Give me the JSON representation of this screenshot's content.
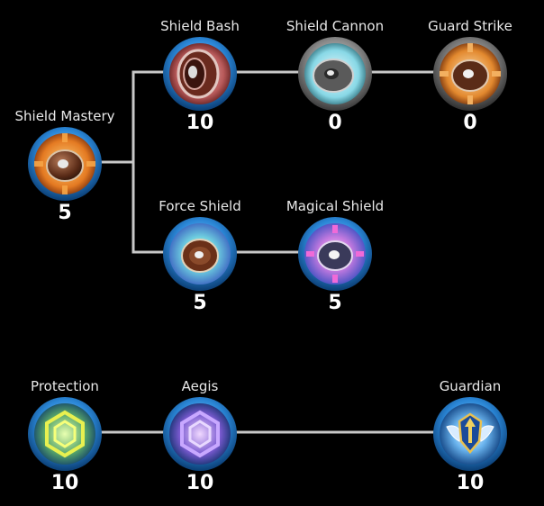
{
  "colors": {
    "background": "#000000",
    "connector": "#c8c8c8",
    "label": "#e8e8e8",
    "level": "#ffffff",
    "ring_outer": "#0d4f8e",
    "ring_inner": "#3fa2ea"
  },
  "skills": {
    "shield_mastery": {
      "name": "Shield Mastery",
      "level": "5",
      "icon": "shield-mastery-icon"
    },
    "shield_bash": {
      "name": "Shield Bash",
      "level": "10",
      "icon": "shield-bash-icon"
    },
    "shield_cannon": {
      "name": "Shield Cannon",
      "level": "0",
      "icon": "shield-cannon-icon"
    },
    "guard_strike": {
      "name": "Guard Strike",
      "level": "0",
      "icon": "guard-strike-icon"
    },
    "force_shield": {
      "name": "Force Shield",
      "level": "5",
      "icon": "force-shield-icon"
    },
    "magical_shield": {
      "name": "Magical Shield",
      "level": "5",
      "icon": "magical-shield-icon"
    },
    "protection": {
      "name": "Protection",
      "level": "10",
      "icon": "protection-icon"
    },
    "aegis": {
      "name": "Aegis",
      "level": "10",
      "icon": "aegis-icon"
    },
    "guardian": {
      "name": "Guardian",
      "level": "10",
      "icon": "guardian-icon"
    }
  }
}
